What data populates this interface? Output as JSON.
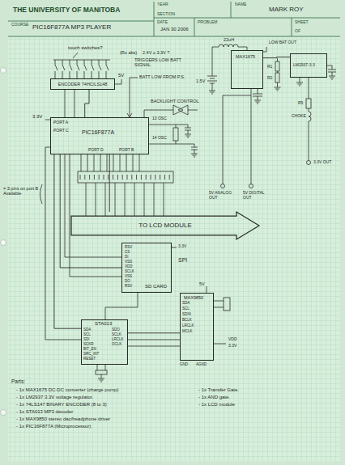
{
  "diagram": {
    "nodes": [
      {
        "text": [
          "ENCODER 74HC/LS148"
        ]
      },
      {
        "text": [
          "PIC16F877A",
          "PORT A",
          "PORT C",
          "PORT D",
          "PORT B"
        ]
      },
      {
        "text": [
          "TO LCD MODULE"
        ]
      },
      {
        "text": [
          "SD CARD"
        ]
      },
      {
        "text": [
          "STA013"
        ]
      },
      {
        "text": [
          "MAX9850"
        ]
      },
      {
        "text": [
          "MAX1675"
        ]
      },
      {
        "text": [
          "LM2937-3.3"
        ]
      }
    ],
    "edges": [
      {
        "from": 0,
        "to": 1,
        "arrow": "none"
      },
      {
        "from": 1,
        "to": 2,
        "arrow": "none"
      },
      {
        "from": 1,
        "to": 3,
        "arrow": "none"
      },
      {
        "from": 1,
        "to": 4,
        "arrow": "none"
      },
      {
        "from": 4,
        "to": 5,
        "arrow": "none"
      },
      {
        "from": 6,
        "to": 7,
        "arrow": "none"
      }
    ],
    "labels": [
      "THE UNIVERSITY OF MANITOBA",
      "YEAR",
      "NAME",
      "MARK ROY",
      "SECTION",
      "COURSE",
      "PIC16F877A MP3 PLAYER",
      "DATE",
      "JAN 30 2006",
      "PROBLEM",
      "SHEET",
      "OF",
      "touch switches?",
      "5V",
      "(Ru abs)",
      "2.4V ≥ 3.3V ?",
      "TRIGGERS LOW BATT SIGNAL",
      "BATT LOW FROM P.S.",
      "BACKLIGHT CONTROL",
      "3.3V",
      "13 OSC",
      "14 OSC",
      "= 3 pins on port B Available",
      "SPI",
      "3.3V",
      "RSV",
      "CS",
      "DI",
      "VSS",
      "VDD",
      "SCLK",
      "VSS",
      "DO",
      "RSV",
      "SDA",
      "SCL",
      "SDI",
      "SCKR",
      "BIT_EN",
      "SRC_INT",
      "RESET",
      "SDO",
      "SCLK",
      "LRCLK",
      "OCLK",
      "SDA",
      "SCL",
      "SDIN",
      "BCLK",
      "LRCLK",
      "MCLK",
      "5V",
      "VDD",
      "3.3V",
      "GND",
      "AGND",
      "1.5V",
      "22uH",
      "R1",
      "R2",
      "LOW BAT OUT",
      "R5",
      "CHOKE",
      "3.3V OUT",
      "5V ANALOG OUT",
      "5V DIGITAL OUT",
      "Parts:",
      "- 1x MAX1675 DC-DC converter (charge pump)",
      "- 1x LM2937 3.3V voltage regulator.",
      "- 1x 74LS147 BINARY ENCODER (8 to 3)",
      "- 1x STA013 MP3 decoder",
      "- 1x MAX9850 stereo dac/headphone driver",
      "- 1x PIC16F877A (Microprocessor)",
      "- 1x Transfer Gate.",
      "- 1x AND gate.",
      "- 1x LCD module"
    ]
  }
}
